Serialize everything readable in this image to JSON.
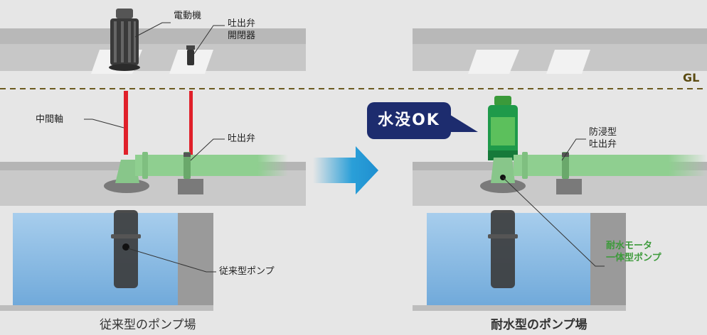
{
  "labels": {
    "motor": "電動機",
    "discharge_valve_actuator": [
      "吐出弁",
      "開閉器"
    ],
    "intermediate_shaft": "中間軸",
    "discharge_valve": "吐出弁",
    "conventional_pump": "従来型ポンプ",
    "submersion_ok": "水没OK",
    "flood_proof_valve": [
      "防浸型",
      "吐出弁"
    ],
    "waterproof_motor_pump": [
      "耐水モータ",
      "一体型ポンプ"
    ],
    "ground_level": "GL"
  },
  "captions": {
    "left": "従来型のポンプ場",
    "right": "耐水型のポンプ場"
  },
  "colors": {
    "background": "#e6e6e6",
    "slab": "#bdbdbd",
    "pipe_green": "#8fcf90",
    "motor_green": "#1f9a4a",
    "shaft_red": "#e0202a",
    "water": "#7fb8e6",
    "badge": "#1d2c6e",
    "arrow": "#2a9fd8",
    "accent_green_text": "#3c9a3a"
  }
}
